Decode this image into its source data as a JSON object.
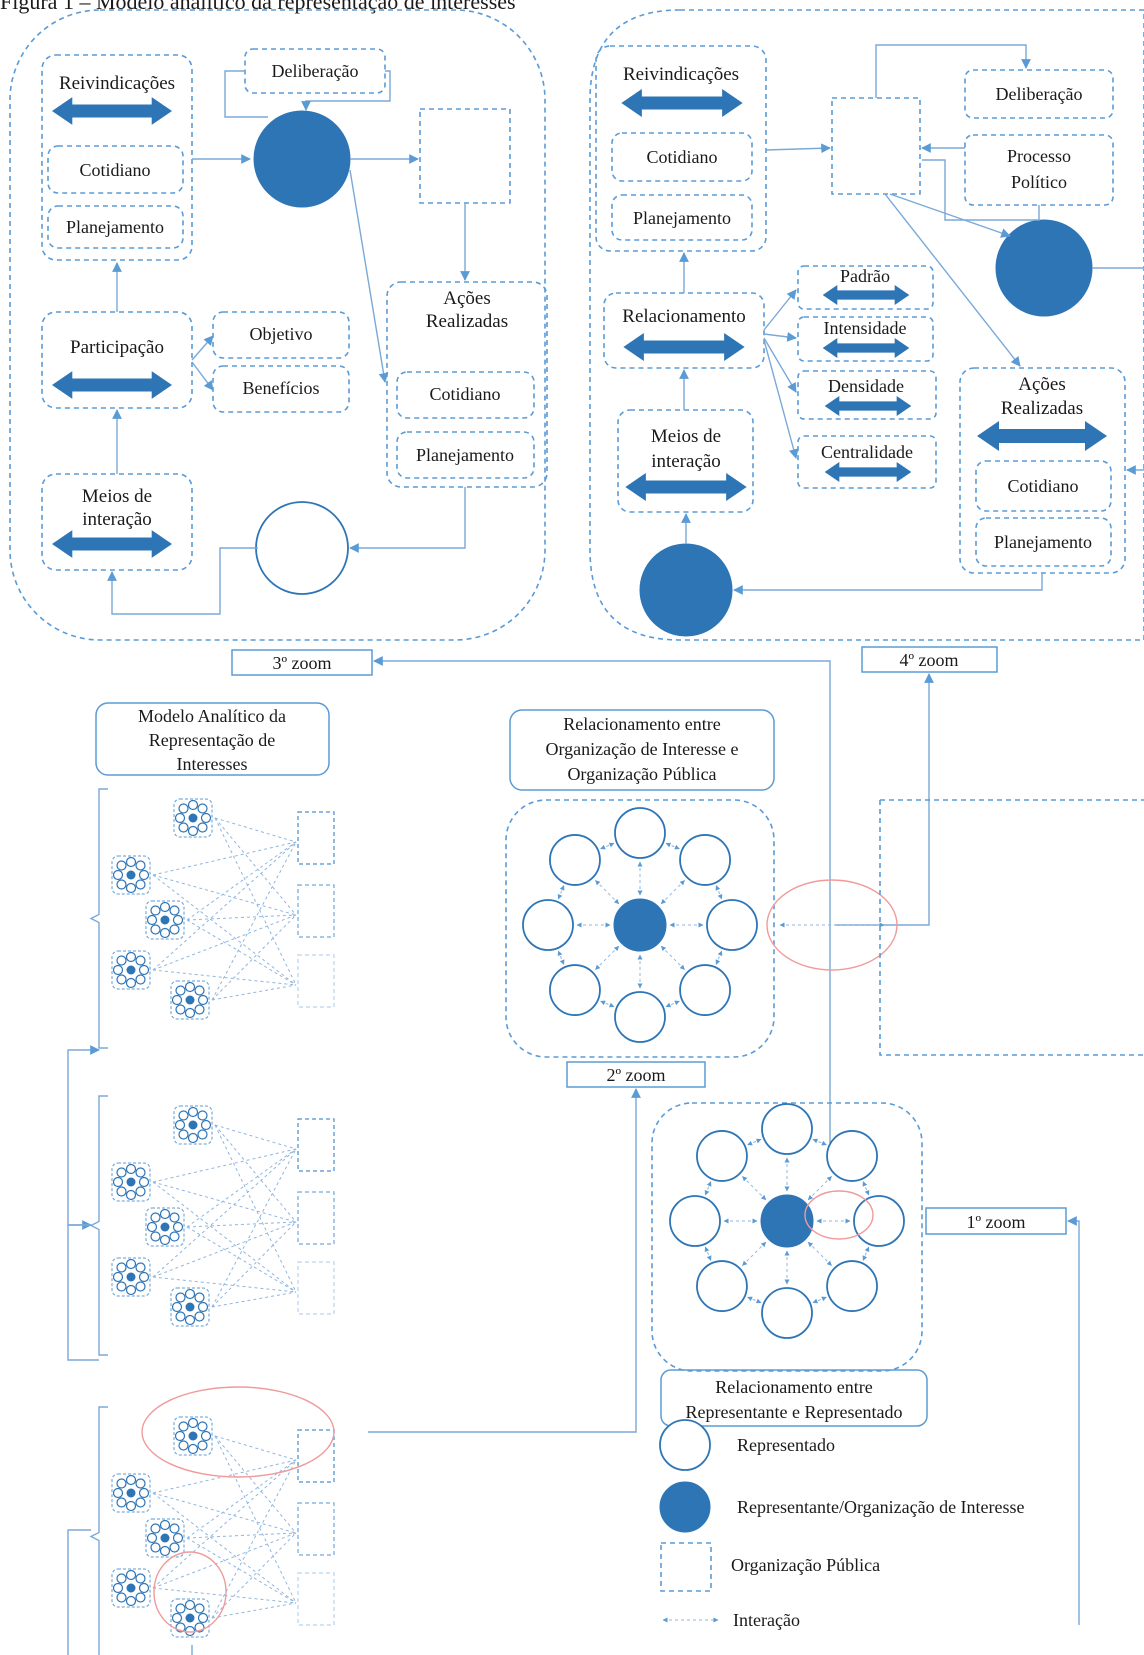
{
  "figure": {
    "caption": "Figura 1 – Modelo analítico da representação de interesses"
  },
  "left_zoom": {
    "blocks": {
      "reivindicacoes": {
        "title": "Reivindicações",
        "items": [
          "Cotidiano",
          "Planejamento"
        ]
      },
      "participacao": {
        "title": "Participação"
      },
      "meios": {
        "title": "Meios de interação"
      },
      "acoes": {
        "title": "Ações Realizadas",
        "items": [
          "Cotidiano",
          "Planejamento"
        ]
      }
    },
    "deliberacao": "Deliberação",
    "participacao_items": [
      "Objetivo",
      "Benefícios"
    ]
  },
  "right_zoom": {
    "reivindicacoes": {
      "title": "Reivindicações",
      "items": [
        "Cotidiano",
        "Planejamento"
      ]
    },
    "relacionamento": "Relacionamento",
    "meios": "Meios de interação",
    "attributes": [
      "Padrão",
      "Intensidade",
      "Densidade",
      "Centralidade"
    ],
    "deliberacao": "Deliberação",
    "processo": "Processo Político",
    "acoes": {
      "title": "Ações Realizadas",
      "items": [
        "Cotidiano",
        "Planejamento"
      ]
    }
  },
  "zoom_labels": {
    "z1": "1º zoom",
    "z2": "2º zoom",
    "z3": "3º zoom",
    "z4": "4º zoom"
  },
  "titles": {
    "model": "Modelo Analítico da Representação de Interesses",
    "rel_org": "Relacionamento entre Organização de Interesse e Organização Pública",
    "rel_rep": "Relacionamento entre Representante e Representado"
  },
  "legend": [
    {
      "symbol": "open-circle",
      "label": "Representado"
    },
    {
      "symbol": "filled-circle",
      "label": "Representante/Organização de Interesse"
    },
    {
      "symbol": "dashed-square",
      "label": "Organização Pública"
    },
    {
      "symbol": "arrow",
      "label": "Interação"
    }
  ],
  "colors": {
    "accent": "#2e75b6",
    "dashed": "#5b9bd5",
    "highlight": "#f09a9a"
  }
}
